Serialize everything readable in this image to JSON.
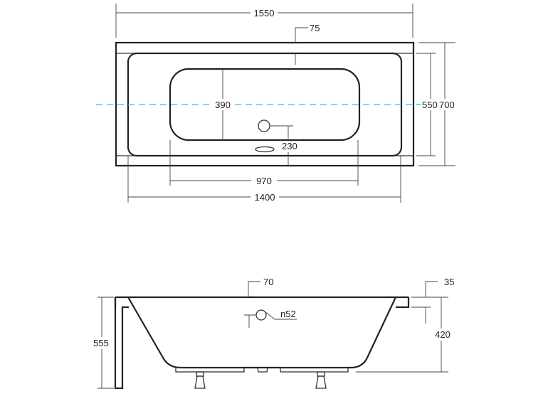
{
  "title": "Bathtub technical drawing",
  "top_view": {
    "overall_length": "1550",
    "rim_width": "75",
    "basin_width": "390",
    "inner_width": "550",
    "overall_width": "700",
    "drain_offset": "230",
    "basin_length": "970",
    "inner_length": "1400",
    "centerline_color": "#5aaed0"
  },
  "side_view": {
    "overall_height": "555",
    "rim_top": "70",
    "rim_thickness": "35",
    "depth": "420",
    "overflow_diameter": "n52"
  }
}
